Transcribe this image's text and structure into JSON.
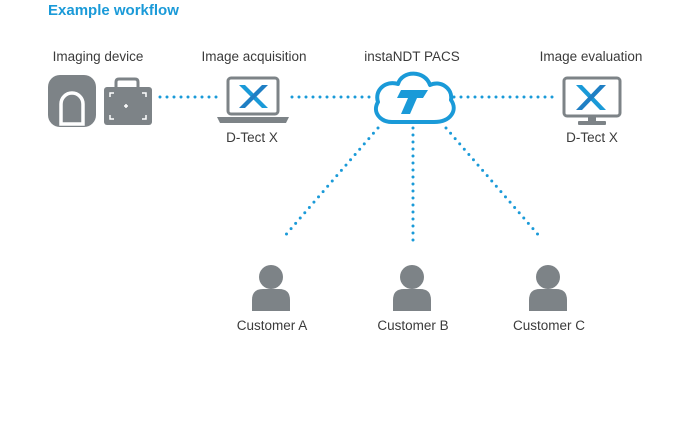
{
  "title": "Example workflow",
  "nodes": {
    "imaging_device": {
      "label": "Imaging device"
    },
    "acquisition": {
      "label": "Image acquisition",
      "sublabel": "D-Tect X"
    },
    "pacs": {
      "label": "instaNDT PACS"
    },
    "evaluation": {
      "label": "Image evaluation",
      "sublabel": "D-Tect X"
    },
    "customers": [
      {
        "label": "Customer A"
      },
      {
        "label": "Customer B"
      },
      {
        "label": "Customer C"
      }
    ]
  },
  "colors": {
    "accent": "#1a9ad8",
    "icon_gray": "#7d8387",
    "logo_blue": "#1f7fc4",
    "text": "#3b3b3b"
  }
}
